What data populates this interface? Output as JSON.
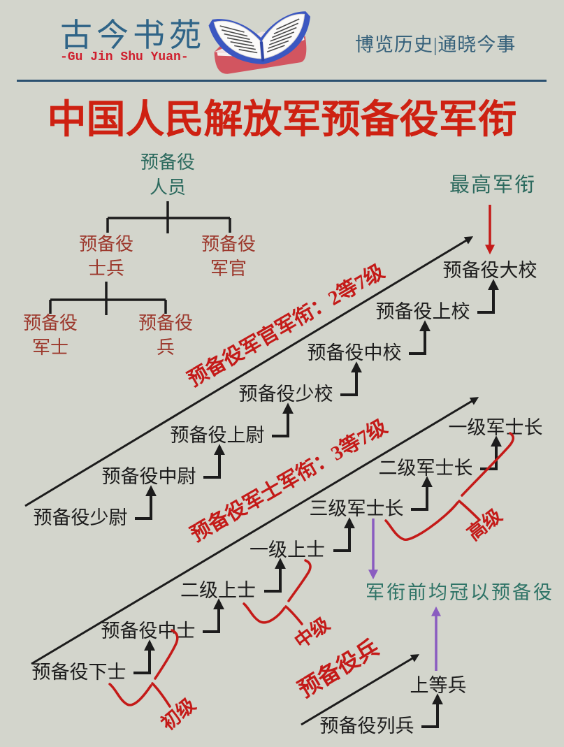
{
  "header": {
    "brand": "古今书苑",
    "brand_sub": "-Gu Jin Shu Yuan-",
    "tagline": "博览历史|通晓今事",
    "logo": "open-book-logo"
  },
  "title": "中国人民解放军预备役军衔",
  "tree": {
    "root": {
      "line1": "预备役",
      "line2": "人员"
    },
    "soldier_branch": {
      "line1": "预备役",
      "line2": "士兵"
    },
    "officer_branch": {
      "line1": "预备役",
      "line2": "军官"
    },
    "nco_leaf": {
      "line1": "预备役",
      "line2": "军士"
    },
    "enlisted_leaf": {
      "line1": "预备役",
      "line2": "兵"
    }
  },
  "top_right_label": "最高军衔",
  "ladders": {
    "officer": {
      "label": "预备役军官军衔：2等7级",
      "ranks": [
        "预备役少尉",
        "预备役中尉",
        "预备役上尉",
        "预备役少校",
        "预备役中校",
        "预备役上校",
        "预备役大校"
      ]
    },
    "nco": {
      "label": "预备役军士军衔：3等7级",
      "ranks": [
        "预备役下士",
        "预备役中士",
        "二级上士",
        "一级上士",
        "三级军士长",
        "二级军士长",
        "一级军士长"
      ],
      "groups": [
        {
          "label": "初级"
        },
        {
          "label": "中级"
        },
        {
          "label": "高级"
        }
      ]
    },
    "soldier": {
      "label": "预备役兵",
      "ranks": [
        "预备役列兵",
        "上等兵"
      ]
    }
  },
  "annotation": "军衔前均冠以预备役",
  "colors": {
    "background": "#d3d5cc",
    "title_red": "#ce2112",
    "label_red": "#c41a18",
    "line_black": "#1c1c1c",
    "tree_dark_red": "#9c382c",
    "tree_teal": "#2c6a5e",
    "annotation_teal": "#2e7366",
    "header_blue": "#2f6487",
    "header_red": "#cf1f2e",
    "divider_navy": "#2b5170",
    "purple": "#8a5cc0",
    "book_blue": "#3b57c1",
    "book_red": "#d25560"
  }
}
